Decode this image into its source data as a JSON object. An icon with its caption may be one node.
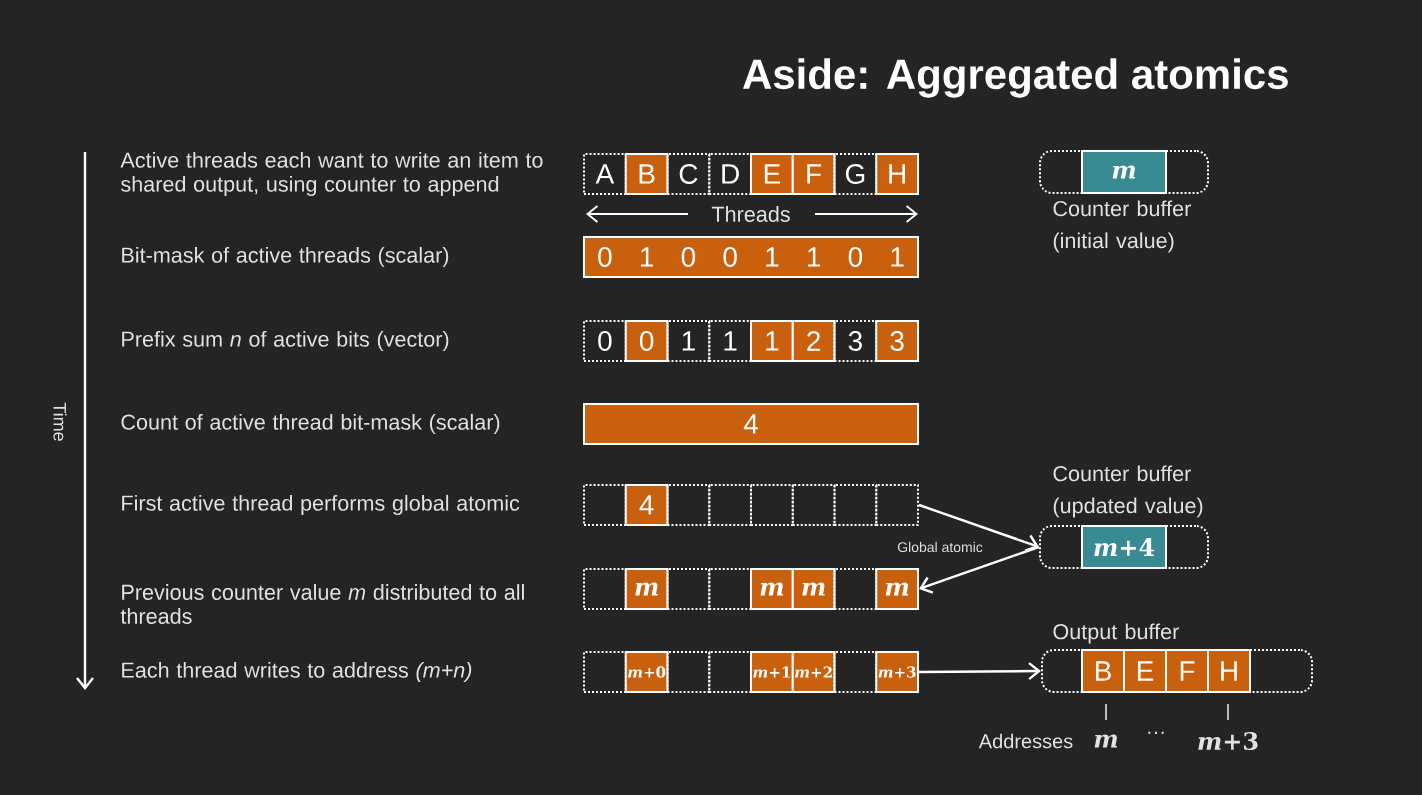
{
  "diagram": {
    "title": "Aside: Aggregated atomics",
    "nodes": [
      {
        "text": [
          "A"
        ]
      },
      {
        "text": [
          "B"
        ]
      },
      {
        "text": [
          "C"
        ]
      },
      {
        "text": [
          "D"
        ]
      },
      {
        "text": [
          "E"
        ]
      },
      {
        "text": [
          "F"
        ]
      },
      {
        "text": [
          "G"
        ]
      },
      {
        "text": [
          "H"
        ]
      },
      {
        "text": [],
        "shape": "box",
        "beside": [
          "Counter buffer (initial value)"
        ]
      },
      {
        "text": [
          "*m*"
        ],
        "in": 8
      },
      {
        "text": [
          "0",
          "1",
          "0",
          "0",
          "1",
          "1",
          "0",
          "1"
        ]
      },
      {
        "text": [
          "0"
        ]
      },
      {
        "text": [
          "0"
        ]
      },
      {
        "text": [
          "1"
        ]
      },
      {
        "text": [
          "1"
        ]
      },
      {
        "text": [
          "1"
        ]
      },
      {
        "text": [
          "2"
        ]
      },
      {
        "text": [
          "3"
        ]
      },
      {
        "text": [
          "3"
        ]
      },
      {
        "text": [
          "4"
        ]
      },
      {
        "text": [],
        "shape": "box"
      },
      {
        "text": [
          "4"
        ]
      },
      {
        "text": [],
        "shape": "box"
      },
      {
        "text": [],
        "shape": "box"
      },
      {
        "text": [],
        "shape": "box"
      },
      {
        "text": [],
        "shape": "box"
      },
      {
        "text": [],
        "shape": "box"
      },
      {
        "text": [],
        "shape": "box"
      },
      {
        "text": [],
        "shape": "box",
        "beside": [
          "Counter buffer (updated value)"
        ]
      },
      {
        "text": [
          "*m*+4"
        ],
        "in": 28
      },
      {
        "text": [],
        "shape": "box"
      },
      {
        "text": [
          "*m*"
        ]
      },
      {
        "text": [],
        "shape": "box"
      },
      {
        "text": [],
        "shape": "box"
      },
      {
        "text": [
          "*m*"
        ]
      },
      {
        "text": [
          "*m*"
        ]
      },
      {
        "text": [],
        "shape": "box"
      },
      {
        "text": [
          "*m*"
        ]
      },
      {
        "text": [],
        "shape": "box",
        "beside": [
          "Output buffer"
        ]
      },
      {
        "text": [
          "B"
        ],
        "in": 38
      },
      {
        "text": [
          "E"
        ],
        "in": 38
      },
      {
        "text": [
          "F"
        ],
        "in": 38
      },
      {
        "text": [
          "H"
        ],
        "in": 38
      },
      {
        "text": [],
        "shape": "box"
      },
      {
        "text": [
          "*m*+0"
        ]
      },
      {
        "text": [],
        "shape": "box"
      },
      {
        "text": [],
        "shape": "box"
      },
      {
        "text": [
          "*m*+1"
        ]
      },
      {
        "text": [
          "*m*+2"
        ]
      },
      {
        "text": [],
        "shape": "box"
      },
      {
        "text": [
          "*m*+3"
        ]
      }
    ],
    "edges": [
      {
        "from": 27,
        "to": 28,
        "arrow": "to",
        "label": "Global atomic"
      },
      {
        "from": 28,
        "to": 37,
        "arrow": "to"
      },
      {
        "from": 50,
        "to": 38,
        "arrow": "to"
      }
    ],
    "labels": [
      "Active threads each want to write an item to shared output, using counter to append",
      "Bit-mask of active threads (scalar)",
      "Prefix sum *n* of active bits (vector)",
      "Count of active thread bit-mask (scalar)",
      "First active thread performs global atomic",
      "Previous counter value *m* distributed to all threads",
      "Each thread writes to address *(m+n)*",
      "Threads",
      "Time",
      "Addresses",
      "*m*",
      "···",
      "*m*+3"
    ]
  }
}
